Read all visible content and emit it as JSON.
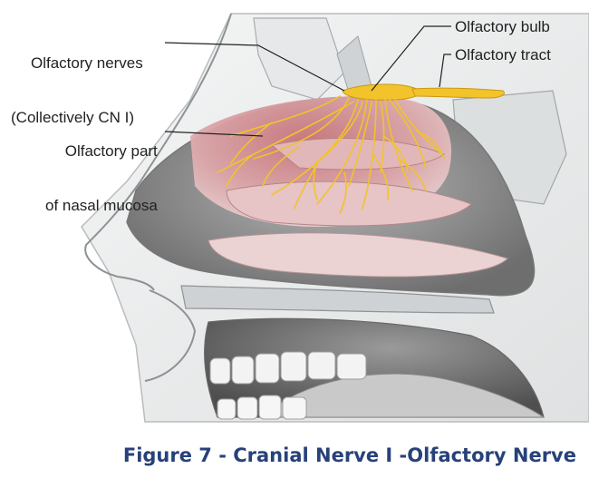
{
  "labels": {
    "olfactory_nerves_line1": "Olfactory nerves",
    "olfactory_nerves_line2": "(Collectively CN I)",
    "olfactory_bulb": "Olfactory bulb",
    "olfactory_tract": "Olfactory tract",
    "mucosa_line1": "Olfactory part",
    "mucosa_line2": "of nasal mucosa"
  },
  "caption": "Figure 7 - Cranial Nerve I -Olfactory Nerve",
  "colors": {
    "nerve": "#f2c32a",
    "mucosa": "#d8a0a4",
    "caption": "#27417a",
    "bone": "#e9ebec",
    "cavity": "#8c8c8c"
  }
}
